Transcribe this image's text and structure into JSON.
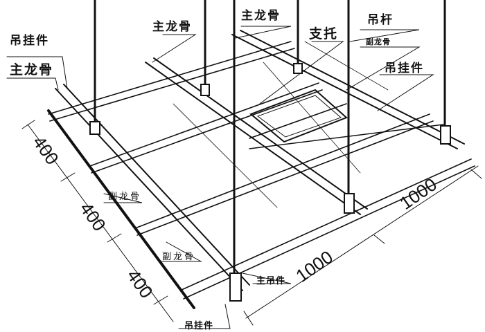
{
  "diagram": {
    "type": "ceiling-keel-frame-isometric",
    "labels": {
      "hanger_left": "吊挂件",
      "main_keel_left": "主龙骨",
      "main_keel_top1": "主龙骨",
      "main_keel_top2": "主龙骨",
      "support": "支托",
      "hanger_rod": "吊杆",
      "secondary_keel_top": "副龙骨",
      "hanger_right": "吊挂件",
      "secondary_keel_mid": "副龙骨",
      "secondary_keel_low": "副龙骨",
      "main_hanger": "主吊件",
      "hanger_bottom": "吊挂件"
    },
    "dimensions": {
      "spacing_1": "400",
      "spacing_2": "400",
      "spacing_3": "400",
      "span_1": "1000",
      "span_2": "1000"
    },
    "colors": {
      "line": "#111111",
      "background": "#ffffff"
    }
  }
}
